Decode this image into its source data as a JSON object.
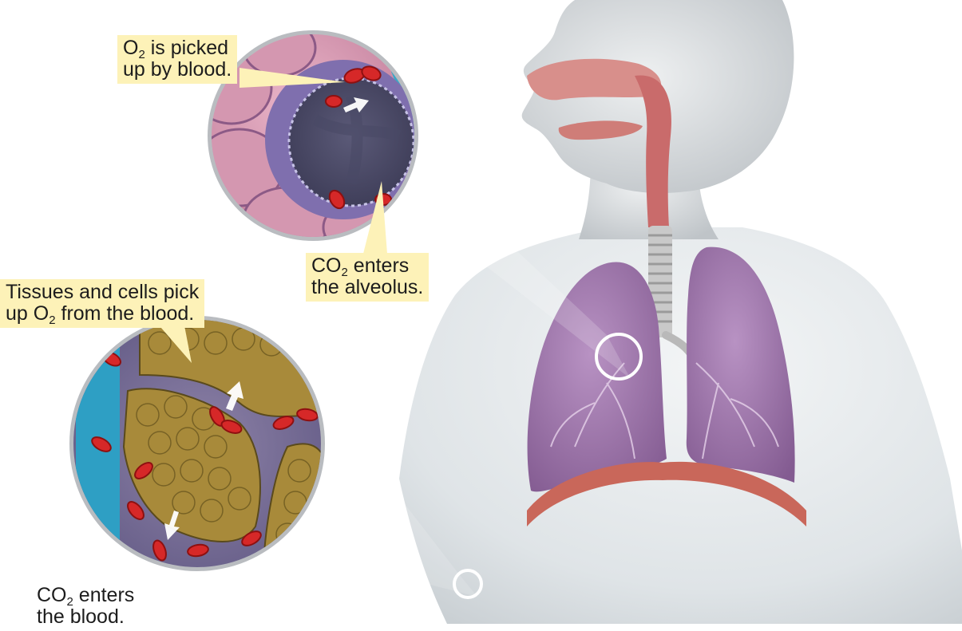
{
  "labels": {
    "o2_picked_up": {
      "line1_pre": "O",
      "line1_sub": "2",
      "line1_post": " is picked",
      "line2": "up by blood."
    },
    "co2_enters_alveolus": {
      "line1_pre": "CO",
      "line1_sub": "2",
      "line1_post": " enters",
      "line2": "the alveolus."
    },
    "tissues_pick_up": {
      "line1": "Tissues and cells pick",
      "line2_pre": "up O",
      "line2_sub": "2",
      "line2_post": " from the blood."
    },
    "co2_enters_blood": {
      "line1_pre": "CO",
      "line1_sub": "2",
      "line1_post": " enters",
      "line2": "the blood."
    }
  },
  "colors": {
    "label_background": "#fdf2b8",
    "lung": "#9a6fa6",
    "blood_cell": "#d32222",
    "tissue_cell": "#a88a3a",
    "diaphragm": "#c9675a",
    "shirt": "#e9edef",
    "skin": "#d6dadd",
    "arrow": "#ffffff"
  },
  "icons": {
    "alveolus_magnifier": "circle-zoom-icon",
    "tissue_magnifier": "circle-zoom-icon",
    "lung_marker": "ring-marker-icon",
    "tissue_marker": "ring-marker-icon"
  }
}
